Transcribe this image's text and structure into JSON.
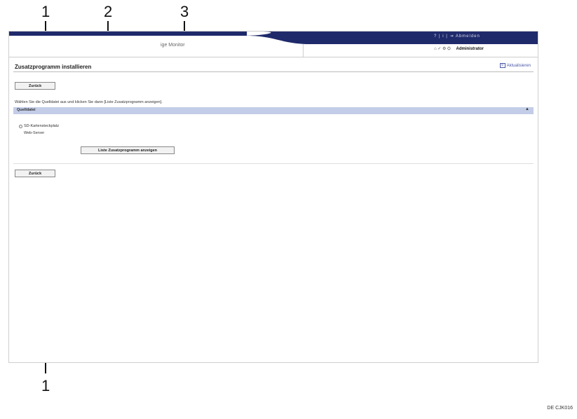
{
  "callouts": {
    "c1_top": "1",
    "c2": "2",
    "c3": "3",
    "c1_bottom": "1"
  },
  "header": {
    "app_title": "ige Monitor",
    "tools": "? | i | ⇥ Abmelden",
    "user_icons": "⌂ ✓ ⚙ ⛭",
    "user_name": "Administrator"
  },
  "page": {
    "title": "Zusatzprogramm installieren",
    "refresh_label": "Aktualisieren",
    "back_label": "Zurück",
    "instruction": "Wählen Sie die Quelldatei aus und klicken Sie dann [Liste Zusatzprogramm anzeigen].",
    "section_label": "Quelldatei",
    "section_arrow": "▲",
    "radio_sd": "SD-Kartensteckplatz",
    "radio_web": "Web-Server",
    "list_button": "Liste Zusatzprogramm anzeigen"
  },
  "figure_code": "DE CJK016",
  "colors": {
    "header_navy": "#1f2a6b",
    "section_bar": "#c3cde8",
    "link": "#4a5aa8"
  }
}
